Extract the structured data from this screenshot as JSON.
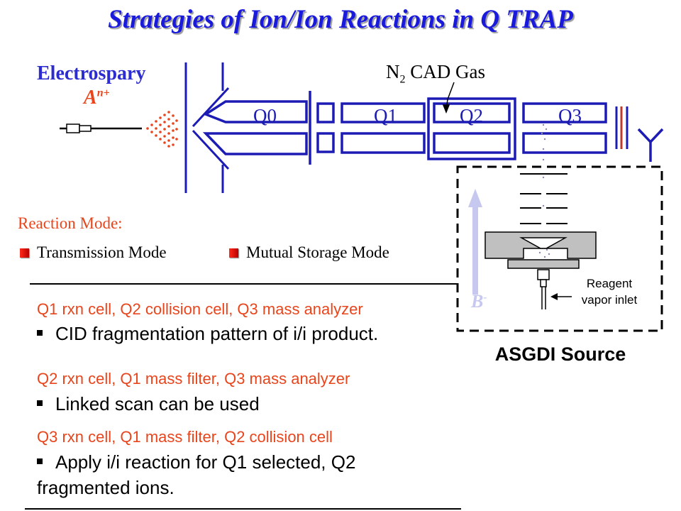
{
  "title": "Strategies of Ion/Ion Reactions in Q TRAP",
  "diagram": {
    "electrospray_label": "Electrospary",
    "analyte": {
      "symbol": "A",
      "charge": "n+"
    },
    "cad_gas": {
      "prefix": "N",
      "subscript": "2",
      "suffix": " CAD Gas"
    },
    "quads": [
      "Q0",
      "Q1",
      "Q2",
      "Q3"
    ],
    "reagent": {
      "symbol": "B",
      "charge": "-"
    },
    "reagent_inlet": [
      "Reagent",
      "vapor inlet"
    ],
    "source_label": "ASGDI Source",
    "colors": {
      "electrode": "#1c1cb4",
      "title": "#1a1adc",
      "accent": "#e8451c",
      "arrow": "#c6c8f0"
    }
  },
  "reaction_mode": {
    "label": "Reaction Mode:",
    "options": [
      "Transmission Mode",
      "Mutual Storage Mode"
    ]
  },
  "modes": [
    {
      "heading": "Q1 rxn cell, Q2 collision cell, Q3 mass analyzer",
      "point": "CID fragmentation pattern of  i/i product."
    },
    {
      "heading": "Q2 rxn cell, Q1 mass filter, Q3 mass analyzer",
      "point": "Linked scan can be used"
    },
    {
      "heading": "Q3 rxn cell, Q1 mass filter, Q2 collision cell",
      "point": "Apply i/i reaction for Q1 selected, Q2 fragmented ions."
    }
  ]
}
